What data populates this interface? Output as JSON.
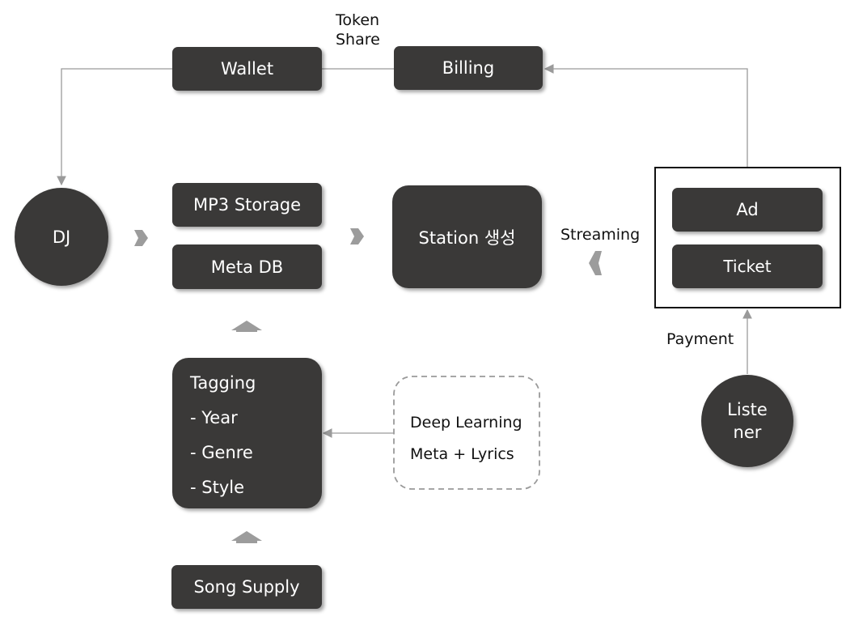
{
  "token_share": [
    "Token",
    "Share"
  ],
  "wallet": "Wallet",
  "billing": "Billing",
  "dj": "DJ",
  "mp3_storage": "MP3 Storage",
  "meta_db": "Meta DB",
  "station": "Station 생성",
  "streaming": "Streaming",
  "ad": "Ad",
  "ticket": "Ticket",
  "payment": "Payment",
  "listener": [
    "Liste",
    "ner"
  ],
  "tagging": [
    "Tagging",
    "- Year",
    "- Genre",
    "- Style"
  ],
  "deep_learning": [
    "Deep Learning",
    "Meta + Lyrics"
  ],
  "song_supply": "Song Supply"
}
